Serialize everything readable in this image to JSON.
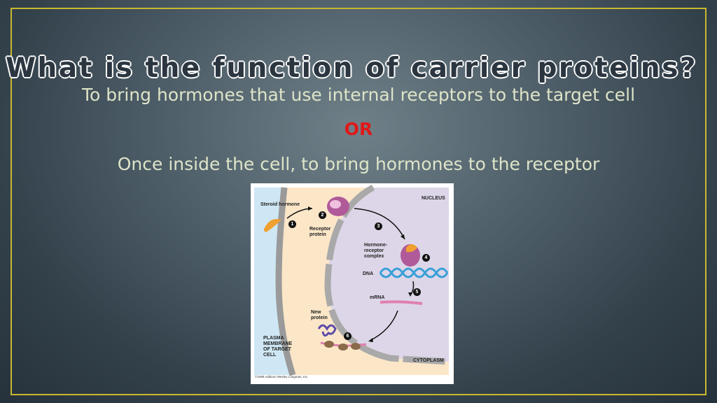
{
  "slide": {
    "title": "What is the function of carrier proteins?",
    "line1": "To bring hormones that use internal receptors to the target cell",
    "or": "OR",
    "line3": "Once inside the cell, to bring hormones to the receptor"
  },
  "figure": {
    "labels": {
      "steroid_hormone": "Steroid hormone",
      "receptor_protein": "Receptor protein",
      "nucleus": "NUCLEUS",
      "hormone_receptor_complex": "Hormone-receptor complex",
      "dna": "DNA",
      "mrna": "mRNA",
      "new_protein": "New protein",
      "plasma_membrane": "PLASMA MEMBRANE OF TARGET CELL",
      "cytoplasm": "CYTOPLASM"
    },
    "steps": [
      "1",
      "2",
      "3",
      "4",
      "5",
      "6"
    ],
    "credit": "©1999 Addison Wesley Longman, Inc.",
    "colors": {
      "extracellular": "#cfe7f4",
      "cytoplasm": "#fbe6c8",
      "nucleus": "#ddd6e8",
      "membrane": "#9a9a9a",
      "receptor": "#b05a9a",
      "hormone": "#f0a030",
      "dna": "#3aa0d8",
      "mrna": "#e080b0"
    }
  }
}
